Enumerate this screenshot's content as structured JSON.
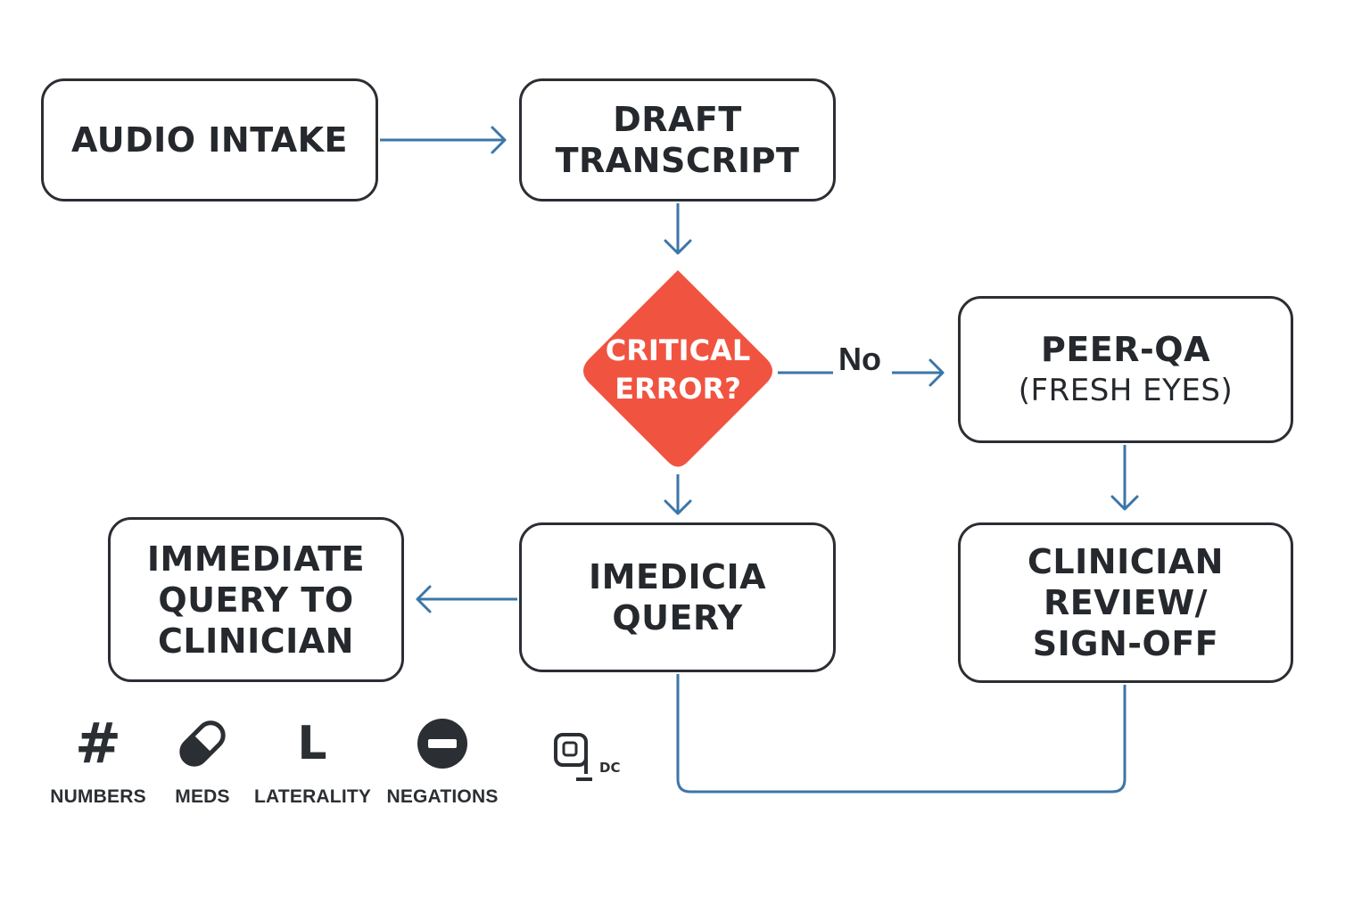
{
  "nodes": {
    "audio_intake": {
      "lines": [
        "AUDIO INTAKE"
      ]
    },
    "draft_transcript": {
      "lines": [
        "DRAFT",
        "TRANSCRIPT"
      ]
    },
    "decision": {
      "lines": [
        "CRITICAL",
        "ERROR?"
      ]
    },
    "peer_qa": {
      "lines": [
        "PEER-QA",
        "(FRESH EYES)"
      ]
    },
    "immediate_query": {
      "lines": [
        "IMMEDIATE",
        "QUERY TO",
        "CLINICIAN"
      ]
    },
    "medicia_query": {
      "lines": [
        "IMEDICIA",
        "QUERY"
      ]
    },
    "clinician_review": {
      "lines": [
        "CLINICIAN",
        "REVIEW/",
        "SIGN-OFF"
      ]
    }
  },
  "edges": {
    "no_label": "No"
  },
  "legend": [
    {
      "icon": "hash-icon",
      "label": "NUMBERS"
    },
    {
      "icon": "pill-icon",
      "label": "MEDS"
    },
    {
      "icon": "letter-l-icon",
      "label": "LATERALITY"
    },
    {
      "icon": "minus-circle-icon",
      "label": "NEGATIONS"
    }
  ],
  "logo": {
    "text": "DC"
  },
  "colors": {
    "stroke": "#2b2e33",
    "arrow": "#3b76a8",
    "decision_fill": "#f05441",
    "text": "#25282c"
  }
}
